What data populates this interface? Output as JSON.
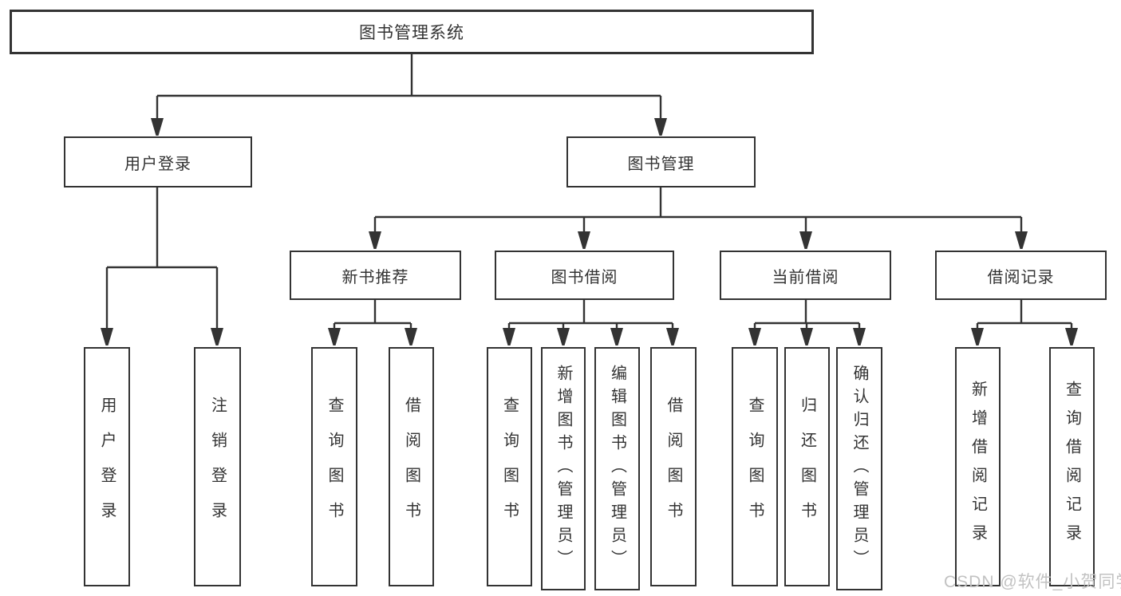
{
  "diagram_title": "图书管理系统",
  "nodes": {
    "root": {
      "label": "图书管理系统"
    },
    "user_login": {
      "label": "用户登录"
    },
    "book_management": {
      "label": "图书管理"
    },
    "new_book_recommend": {
      "label": "新书推荐"
    },
    "book_borrow": {
      "label": "图书借阅"
    },
    "current_borrow": {
      "label": "当前借阅"
    },
    "borrow_record": {
      "label": "借阅记录"
    }
  },
  "leaves": [
    {
      "label": "用户登录",
      "parent": "用户登录"
    },
    {
      "label": "注销登录",
      "parent": "用户登录"
    },
    {
      "label": "查询图书",
      "parent": "新书推荐"
    },
    {
      "label": "借阅图书",
      "parent": "新书推荐"
    },
    {
      "label": "查询图书",
      "parent": "图书借阅"
    },
    {
      "label": "新增图书（管理员）",
      "parent": "图书借阅"
    },
    {
      "label": "编辑图书（管理员）",
      "parent": "图书借阅"
    },
    {
      "label": "借阅图书",
      "parent": "图书借阅"
    },
    {
      "label": "查询图书",
      "parent": "当前借阅"
    },
    {
      "label": "归还图书",
      "parent": "当前借阅"
    },
    {
      "label": "确认归还（管理员）",
      "parent": "当前借阅"
    },
    {
      "label": "新增借阅记录",
      "parent": "借阅记录"
    },
    {
      "label": "查询借阅记录",
      "parent": "借阅记录"
    }
  ],
  "watermark": {
    "text": "CSDN @软件_小贺同学"
  },
  "colors": {
    "line": "#333333",
    "box_border": "#333333",
    "text": "#333333",
    "watermark": "#c2c2c2",
    "background": "#ffffff"
  }
}
